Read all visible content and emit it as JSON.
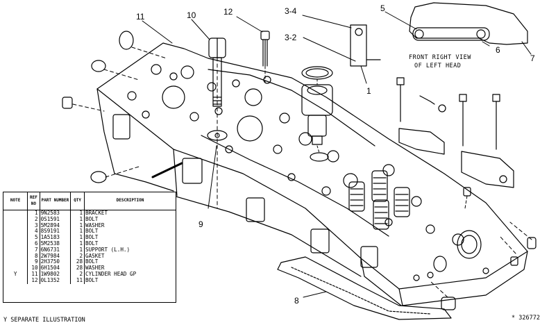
{
  "callouts": {
    "c11": "11",
    "c10": "10",
    "c12": "12",
    "c3_4": "3-4",
    "c3_2": "3-2",
    "c5": "5",
    "c6": "6",
    "c7": "7",
    "c1": "1",
    "c9": "9",
    "c8": "8"
  },
  "view_caption": {
    "line1": "FRONT RIGHT VIEW",
    "line2": "OF LEFT HEAD"
  },
  "parts_table": {
    "headers": {
      "note": "NOTE",
      "ref": "REF NO",
      "part": "PART NUMBER",
      "qty": "QTY",
      "desc": "DESCRIPTION"
    },
    "rows": [
      {
        "note": "",
        "ref": "1",
        "part": "9N2583",
        "qty": "1",
        "desc": "BRACKET"
      },
      {
        "note": "",
        "ref": "2",
        "part": "0S1591",
        "qty": "1",
        "desc": "BOLT"
      },
      {
        "note": "",
        "ref": "3",
        "part": "5M2894",
        "qty": "1",
        "desc": "WASHER"
      },
      {
        "note": "",
        "ref": "4",
        "part": "8S9191",
        "qty": "1",
        "desc": "BOLT"
      },
      {
        "note": "",
        "ref": "5",
        "part": "1A5183",
        "qty": "1",
        "desc": "BOLT"
      },
      {
        "note": "",
        "ref": "6",
        "part": "5M2538",
        "qty": "1",
        "desc": "BOLT"
      },
      {
        "note": "",
        "ref": "7",
        "part": "6N6731",
        "qty": "1",
        "desc": "SUPPORT (L.H.)"
      },
      {
        "note": "",
        "ref": "8",
        "part": "2W7984",
        "qty": "2",
        "desc": "GASKET"
      },
      {
        "note": "",
        "ref": "9",
        "part": "2H3750",
        "qty": "28",
        "desc": "BOLT"
      },
      {
        "note": "",
        "ref": "10",
        "part": "6H1504",
        "qty": "28",
        "desc": "WASHER"
      },
      {
        "note": "Y",
        "ref": "11",
        "part": "1W9802",
        "qty": "2",
        "desc": "CYLINDER HEAD GP"
      },
      {
        "note": "",
        "ref": "12",
        "part": "0L1352",
        "qty": "11",
        "desc": "BOLT"
      }
    ]
  },
  "footnote": "Y SEPARATE ILLUSTRATION",
  "illustration_id": "* 326772"
}
